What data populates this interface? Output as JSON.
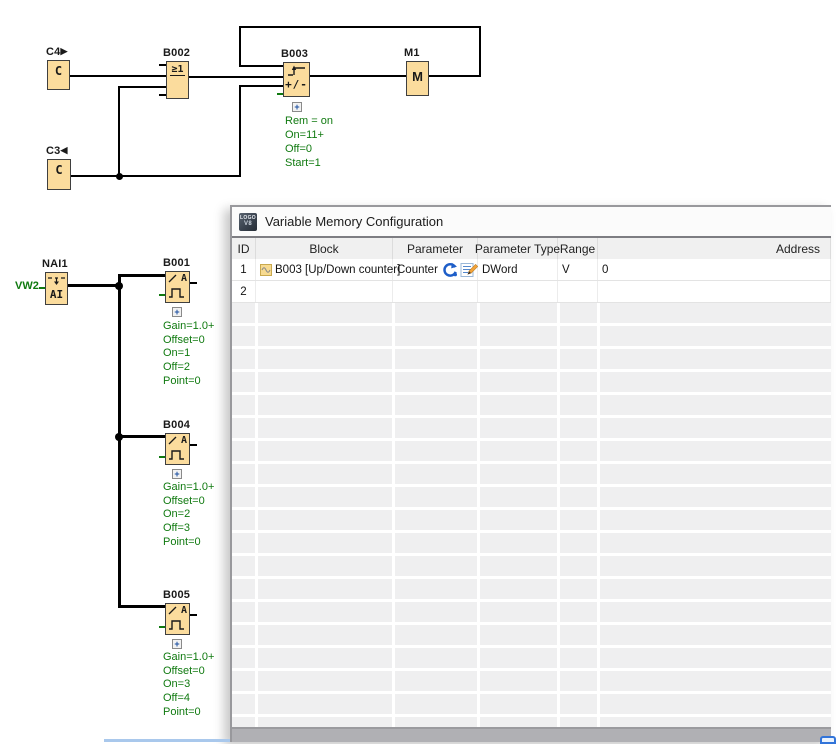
{
  "fbd": {
    "vw2_label": "VW2",
    "expand_icon": "+",
    "blocks": {
      "c4": {
        "label": "C4",
        "arrow": "▶",
        "symbol": "C"
      },
      "c3": {
        "label": "C3",
        "arrow": "◀",
        "symbol": "C"
      },
      "b002": {
        "label": "B002",
        "symbol": "≥1"
      },
      "b003": {
        "label": "B003",
        "symbol": "+/-",
        "params": [
          "Rem = on",
          "On=11+",
          "Off=0",
          "Start=1"
        ]
      },
      "m1": {
        "label": "M1",
        "symbol": "M"
      },
      "nai1": {
        "label": "NAI1",
        "symbol": "AI"
      },
      "b001": {
        "label": "B001",
        "symbol": "A",
        "params": [
          "Gain=1.0+",
          "Offset=0",
          "On=1",
          "Off=2",
          "Point=0"
        ]
      },
      "b004": {
        "label": "B004",
        "symbol": "A",
        "params": [
          "Gain=1.0+",
          "Offset=0",
          "On=2",
          "Off=3",
          "Point=0"
        ]
      },
      "b005": {
        "label": "B005",
        "symbol": "A",
        "params": [
          "Gain=1.0+",
          "Offset=0",
          "On=3",
          "Off=4",
          "Point=0"
        ]
      }
    }
  },
  "dialog": {
    "title": "Variable Memory Configuration",
    "icon_line1": "LOGO",
    "icon_line2": "V8",
    "columns": [
      "ID",
      "Block",
      "Parameter",
      "Parameter Type",
      "Range",
      "Address"
    ],
    "rows": [
      {
        "id": "1",
        "block": "B003 [Up/Down counter]",
        "parameter": "Counter",
        "type": "DWord",
        "range": "V",
        "address": "0"
      },
      {
        "id": "2",
        "block": "",
        "parameter": "",
        "type": "",
        "range": "",
        "address": ""
      }
    ]
  },
  "colors": {
    "block_fill": "#fbdc9d",
    "param_green": "#107a10",
    "accent_blue": "#3274d9"
  }
}
